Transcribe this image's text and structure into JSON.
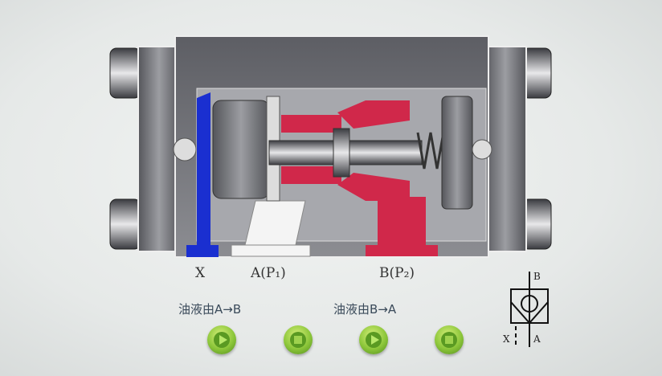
{
  "ports": {
    "x": "X",
    "a": "A(P₁)",
    "b": "B(P₂)"
  },
  "controls": {
    "a_to_b_label": "油液由A→B",
    "b_to_a_label": "油液由B→A",
    "buttons": [
      {
        "name": "play-a-to-b",
        "icon": "play-icon"
      },
      {
        "name": "stop-a-to-b",
        "icon": "stop-icon"
      },
      {
        "name": "play-b-to-a",
        "icon": "play-icon"
      },
      {
        "name": "stop-b-to-a",
        "icon": "stop-icon"
      }
    ]
  },
  "symbol": {
    "b": "B",
    "a": "A",
    "x": "X"
  },
  "colors": {
    "control_piston": "#1a2fd0",
    "pressure_oil": "#d0284a",
    "body": "#6f7076"
  }
}
